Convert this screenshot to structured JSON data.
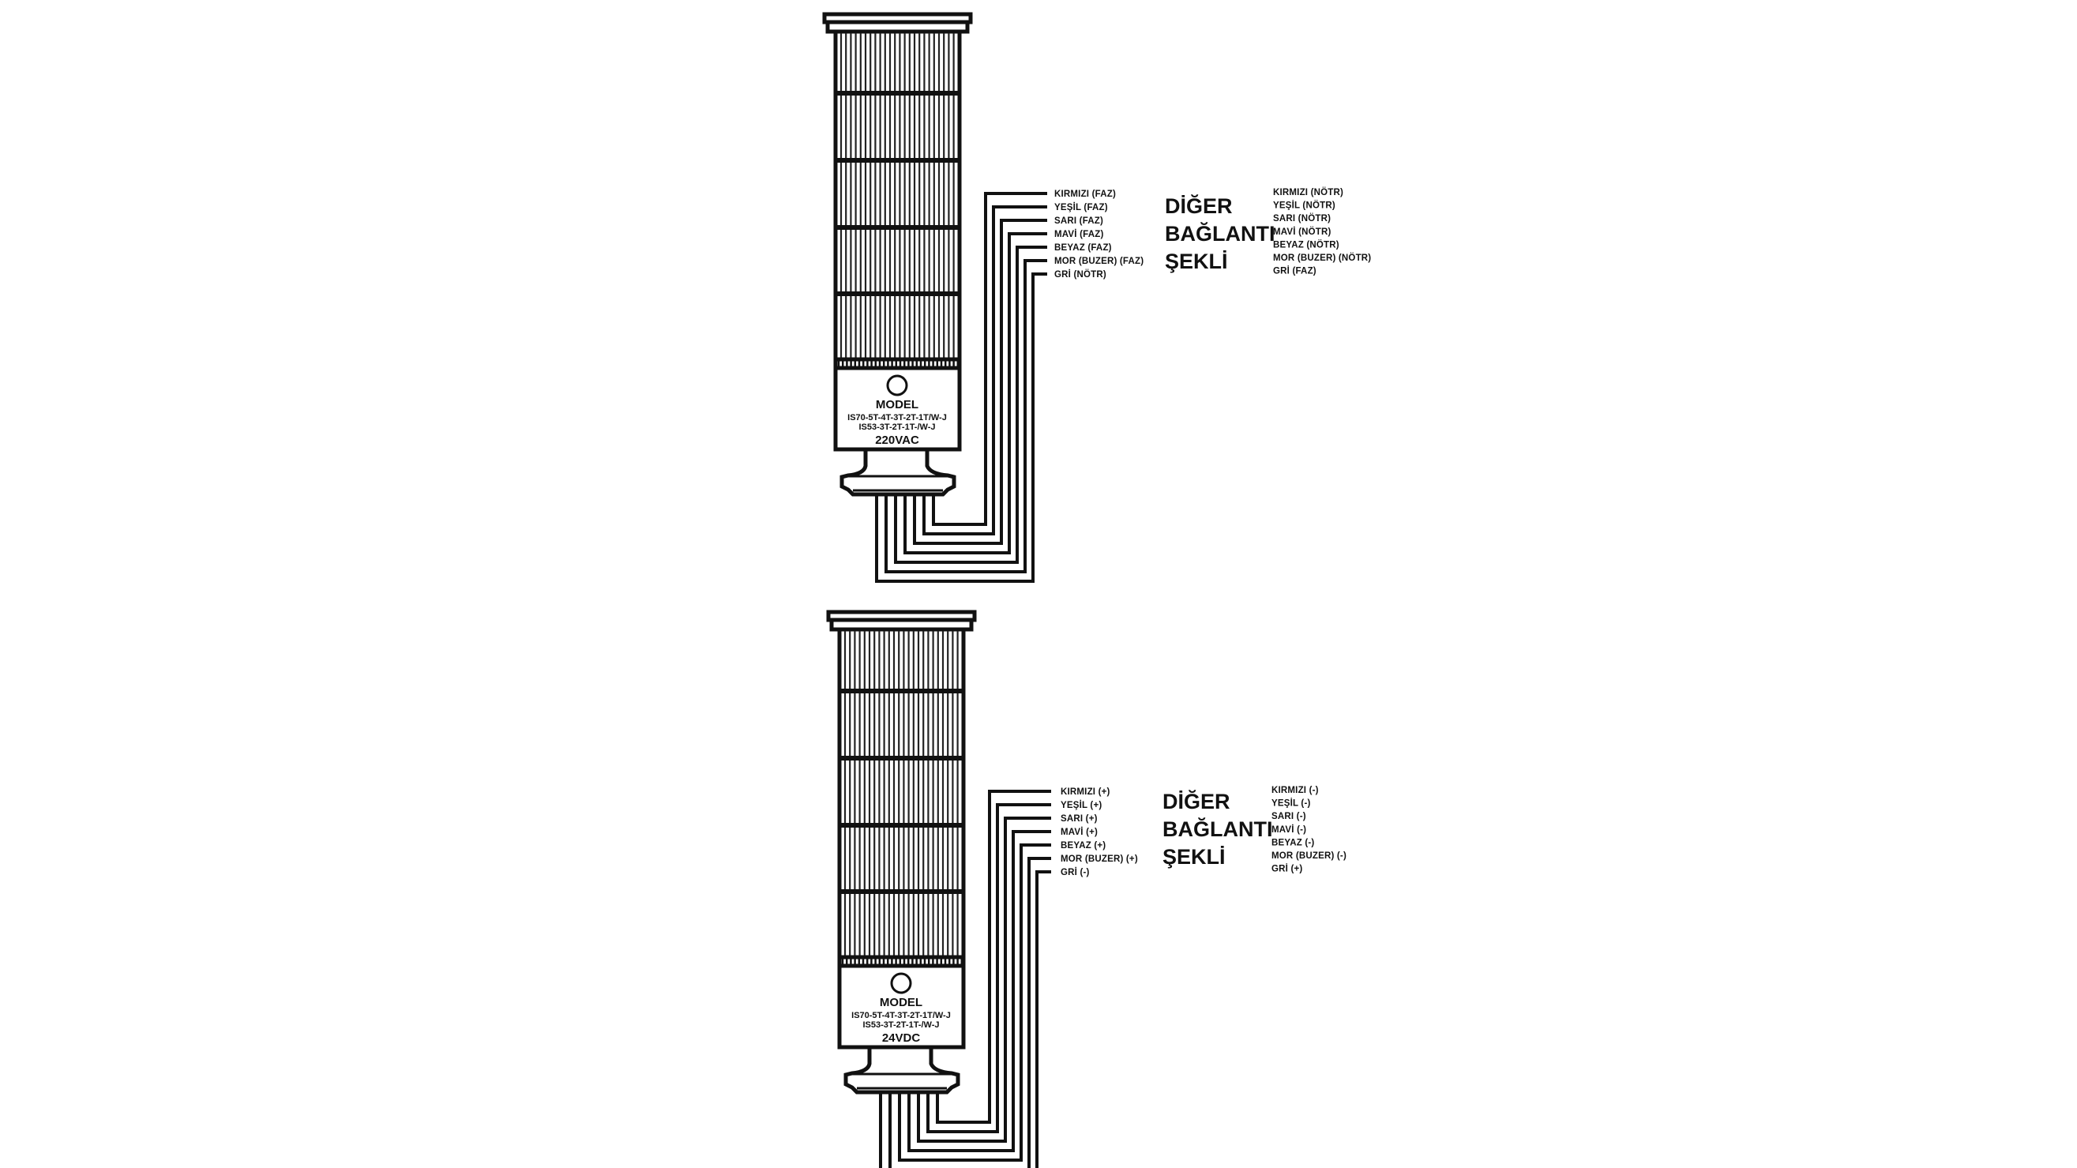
{
  "panels": [
    {
      "model_label": "MODEL",
      "model_codes": [
        "IS70-5T-4T-3T-2T-1T/W-J",
        "IS53-3T-2T-1T-/W-J"
      ],
      "voltage": "220VAC",
      "wire_labels": [
        "KIRMIZI (FAZ)",
        "YEŞİL (FAZ)",
        "SARI (FAZ)",
        "MAVİ (FAZ)",
        "BEYAZ (FAZ)",
        "MOR (BUZER) (FAZ)",
        "GRİ (NÖTR)"
      ],
      "heading": [
        "DİĞER",
        "BAĞLANTI",
        "ŞEKLİ"
      ],
      "alt_labels": [
        "KIRMIZI (NÖTR)",
        "YEŞİL (NÖTR)",
        "SARI (NÖTR)",
        "MAVİ (NÖTR)",
        "BEYAZ (NÖTR)",
        "MOR (BUZER) (NÖTR)",
        "GRİ (FAZ)"
      ]
    },
    {
      "model_label": "MODEL",
      "model_codes": [
        "IS70-5T-4T-3T-2T-1T/W-J",
        "IS53-3T-2T-1T-/W-J"
      ],
      "voltage": "24VDC",
      "wire_labels": [
        "KIRMIZI (+)",
        "YEŞİL (+)",
        "SARI (+)",
        "MAVİ (+)",
        "BEYAZ (+)",
        "MOR (BUZER) (+)",
        "GRİ (-)"
      ],
      "heading": [
        "DİĞER",
        "BAĞLANTI",
        "ŞEKLİ"
      ],
      "alt_labels": [
        "KIRMIZI (-)",
        "YEŞİL (-)",
        "SARI (-)",
        "MAVİ (-)",
        "BEYAZ (-)",
        "MOR (BUZER) (-)",
        "GRİ (+)"
      ]
    }
  ]
}
